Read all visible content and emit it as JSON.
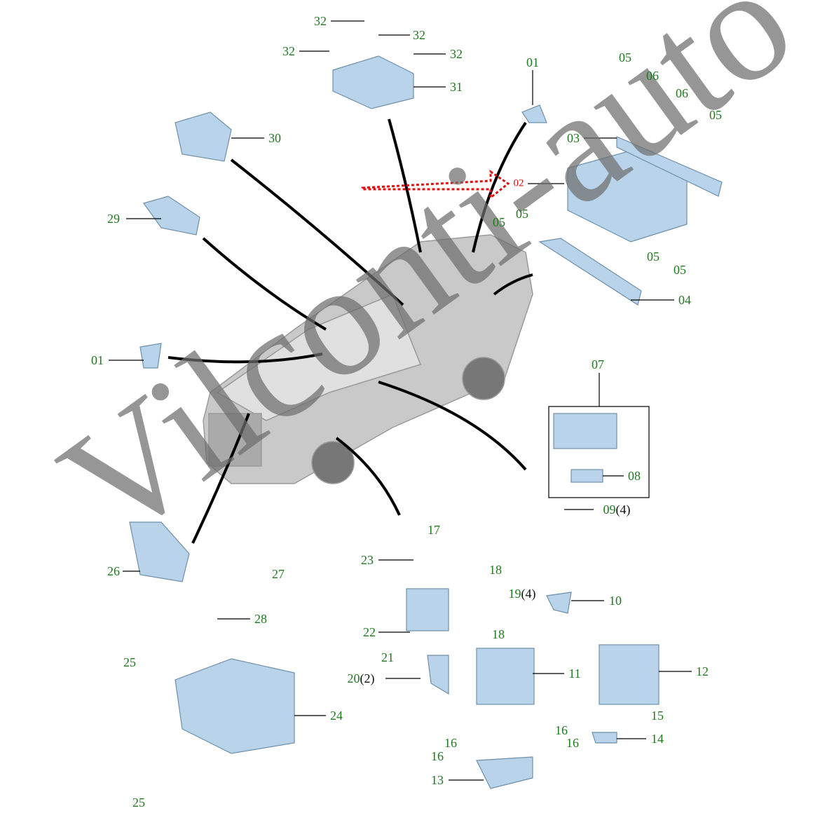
{
  "diagram": {
    "watermark": "Vilconti-auto",
    "highlight_color": "#e01010",
    "label_color": "#1f7a1f",
    "part_color": "#b9d4ea",
    "labels": [
      {
        "num": "32"
      },
      {
        "num": "32"
      },
      {
        "num": "32"
      },
      {
        "num": "32"
      },
      {
        "num": "31"
      },
      {
        "num": "30"
      },
      {
        "num": "01"
      },
      {
        "num": "05"
      },
      {
        "num": "06"
      },
      {
        "num": "06"
      },
      {
        "num": "05"
      },
      {
        "num": "03"
      },
      {
        "num": "02"
      },
      {
        "num": "29"
      },
      {
        "num": "05"
      },
      {
        "num": "05"
      },
      {
        "num": "05"
      },
      {
        "num": "05"
      },
      {
        "num": "04"
      },
      {
        "num": "07"
      },
      {
        "num": "01"
      },
      {
        "num": "08"
      },
      {
        "num": "09",
        "qty": "(4)"
      },
      {
        "num": "17"
      },
      {
        "num": "23"
      },
      {
        "num": "18"
      },
      {
        "num": "19",
        "qty": "(4)"
      },
      {
        "num": "10"
      },
      {
        "num": "26"
      },
      {
        "num": "27"
      },
      {
        "num": "28"
      },
      {
        "num": "22"
      },
      {
        "num": "18"
      },
      {
        "num": "21"
      },
      {
        "num": "11"
      },
      {
        "num": "12"
      },
      {
        "num": "20",
        "qty": "(2)"
      },
      {
        "num": "25"
      },
      {
        "num": "24"
      },
      {
        "num": "15"
      },
      {
        "num": "16"
      },
      {
        "num": "16"
      },
      {
        "num": "16"
      },
      {
        "num": "14"
      },
      {
        "num": "16"
      },
      {
        "num": "13"
      },
      {
        "num": "25"
      }
    ]
  }
}
